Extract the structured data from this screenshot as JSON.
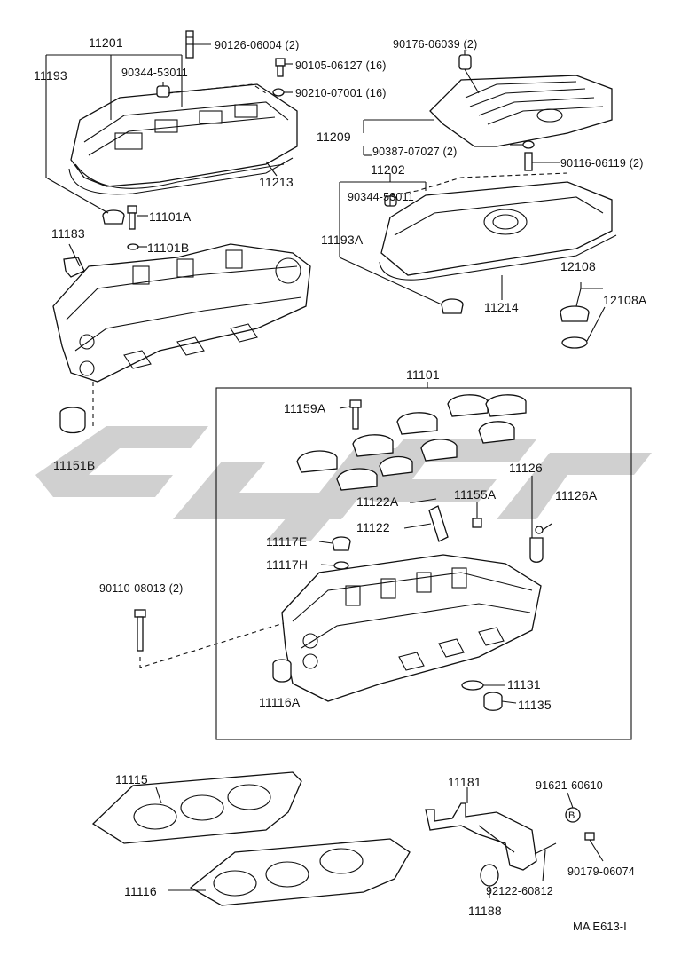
{
  "diagram": {
    "code": "MA  E613-I",
    "watermark": "watermark logo",
    "subassembly_label": "11101",
    "labels": {
      "l11201": "11201",
      "l11193": "11193",
      "l90126": "90126-06004 (2)",
      "l90105": "90105-06127 (16)",
      "l90344a": "90344-53011",
      "l90210": "90210-07001 (16)",
      "l11213": "11213",
      "l11101A": "11101A",
      "l11183": "11183",
      "l11101B": "11101B",
      "l11151B": "11151B",
      "l90176": "90176-06039 (2)",
      "l11209": "11209",
      "l90387": "90387-07027 (2)",
      "l90116": "90116-06119 (2)",
      "l11202": "11202",
      "l90344b": "90344-53011",
      "l11193A": "11193A",
      "l11214": "11214",
      "l12108": "12108",
      "l12108A": "12108A",
      "l11159A": "11159A",
      "l11126": "11126",
      "l11126A": "11126A",
      "l11122A": "11122A",
      "l11155A": "11155A",
      "l11122": "11122",
      "l11117E": "11117E",
      "l11117H": "11117H",
      "l90110": "90110-08013 (2)",
      "l11131": "11131",
      "l11135": "11135",
      "l11116A": "11116A",
      "l11115": "11115",
      "l11116": "11116",
      "l11181": "11181",
      "l91621": "91621-60610",
      "lB": "B",
      "l90179": "90179-06074",
      "l92122": "92122-60812",
      "l11188": "11188"
    }
  }
}
